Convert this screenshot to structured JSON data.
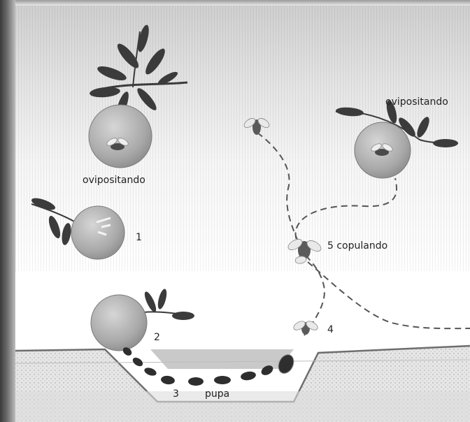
{
  "labels": {
    "ovipositando_left": "ovipositando",
    "ovipositando_right": "ovipositando",
    "stage_1": "1",
    "stage_2": "2",
    "stage_3": "3",
    "pupa": "pupa",
    "stage_4": "4",
    "copulando": "5 copulando"
  },
  "colors": {
    "fruit_fill": "#a8a8a8",
    "fruit_light": "#c9c9c9",
    "leaf": "#3b3b3b",
    "soil": "#cfcfcf",
    "larva": "#2e2e2e",
    "path_line": "#555555"
  },
  "icons": [
    "leaf-branch-icon",
    "fruit-icon",
    "fly-icon",
    "larva-icon",
    "pupa-icon"
  ]
}
